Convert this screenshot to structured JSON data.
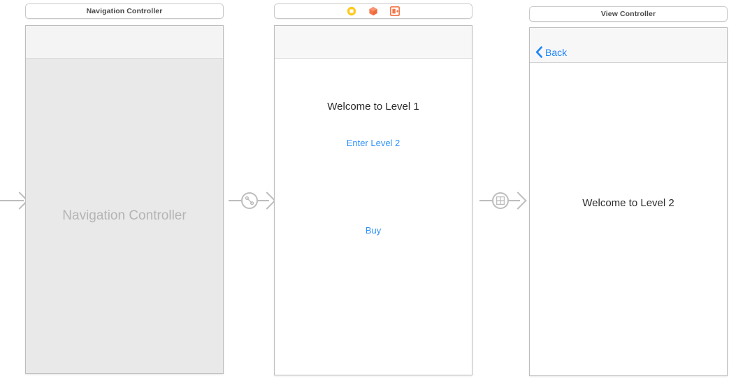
{
  "scenes": {
    "navigation_controller": {
      "dock_title": "Navigation Controller",
      "placeholder_label": "Navigation Controller"
    },
    "level_one": {
      "dock_icons": [
        {
          "name": "view-controller-icon",
          "color": "#ffc91e"
        },
        {
          "name": "first-responder-icon",
          "color": "#f4774a"
        },
        {
          "name": "exit-icon",
          "color": "#f4774a"
        }
      ],
      "title_label": "Welcome to Level 1",
      "enter_level_2_button": "Enter Level 2",
      "buy_button": "Buy"
    },
    "level_two": {
      "dock_title": "View Controller",
      "back_button": "Back",
      "title_label": "Welcome to Level 2"
    }
  },
  "connectors": [
    {
      "name": "storyboard-entry-point",
      "badge": null
    },
    {
      "name": "relationship-segue",
      "badge": "relationship-segue-icon"
    },
    {
      "name": "show-segue",
      "badge": "show-segue-icon"
    }
  ],
  "colors": {
    "link_blue": "#2f93fb",
    "back_blue": "#1b84fb",
    "connector_gray": "#bdbdbd",
    "placeholder_gray": "#b4b4b4"
  }
}
